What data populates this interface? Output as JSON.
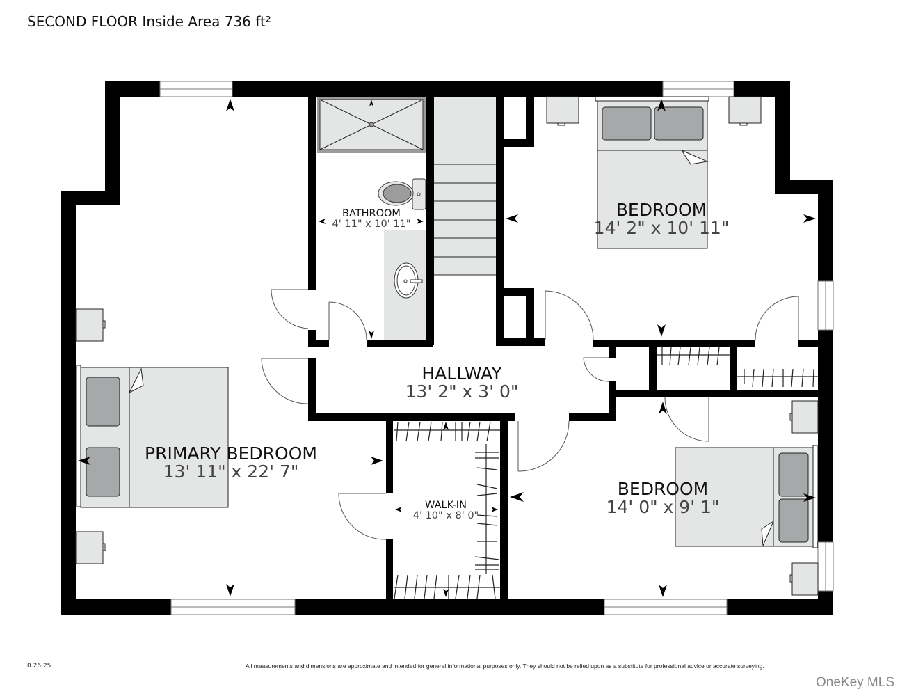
{
  "header": {
    "title": "SECOND FLOOR Inside Area 736 ft²"
  },
  "rooms": {
    "primary_bedroom": {
      "name": "PRIMARY BEDROOM",
      "dims": "13' 11\" x 22' 7\""
    },
    "bathroom": {
      "name": "BATHROOM",
      "dims": "4' 11\" x 10' 11\""
    },
    "bedroom_ne": {
      "name": "BEDROOM",
      "dims": "14' 2\" x 10' 11\""
    },
    "hallway": {
      "name": "HALLWAY",
      "dims": "13' 2\" x 3' 0\""
    },
    "walk_in": {
      "name": "WALK-IN",
      "dims": "4' 10\" x 8' 0\""
    },
    "bedroom_se": {
      "name": "BEDROOM",
      "dims": "14' 0\" x 9' 1\""
    }
  },
  "footer": {
    "date": "0.26.25",
    "disclaimer": "All measurements and dimensions are approximate and intended for general informational purposes only. They should not be relied upon as a substitute for professional advice or accurate surveying.",
    "brand": "OneKey MLS"
  },
  "colors": {
    "wall": "#000000",
    "fixture_fill": "#e4e5e5",
    "pillow_fill": "#a7a8aa",
    "dim_text": "#444444"
  }
}
